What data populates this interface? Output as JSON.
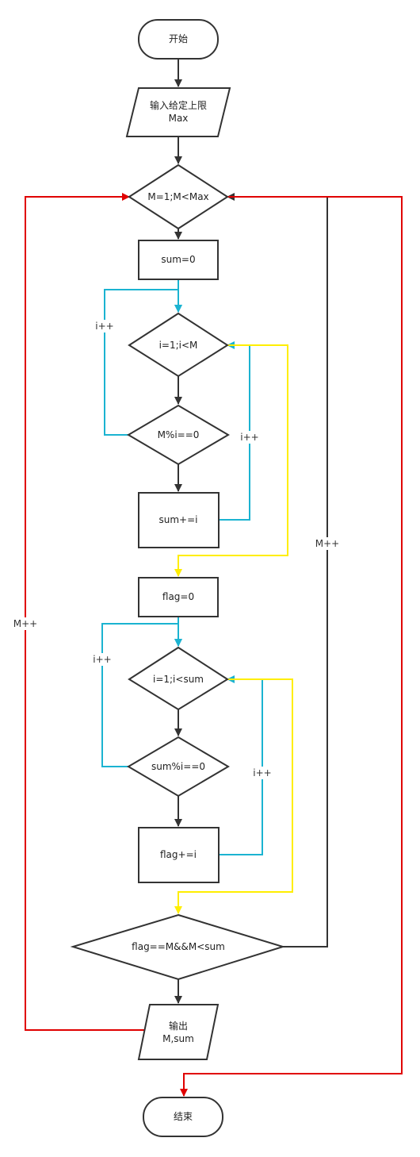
{
  "nodes": {
    "start": "开始",
    "input_line1": "输入给定上限",
    "input_line2": "Max",
    "loop_m": "M=1;M<Max",
    "sum_init": "sum=0",
    "loop_i1": "i=1;i<M",
    "cond_m_mod": "M%i==0",
    "sum_add": "sum+=i",
    "flag_init": "flag=0",
    "loop_i2": "i=1;i<sum",
    "cond_sum_mod": "sum%i==0",
    "flag_add": "flag+=i",
    "cond_final": "flag==M&&M<sum",
    "output_line1": "输出",
    "output_line2": "M,sum",
    "end": "结束"
  },
  "edge_labels": {
    "m_inc_left": "M++",
    "m_inc_right": "M++",
    "i_inc_loop1_left": "i++",
    "i_inc_loop1_right": "i++",
    "i_inc_loop2_left": "i++",
    "i_inc_loop2_right": "i++"
  },
  "colors": {
    "stroke": "#333333",
    "outer_loop": "#e00000",
    "inner_loop": "#1bb3d1",
    "loop_exit": "#ffee00"
  }
}
